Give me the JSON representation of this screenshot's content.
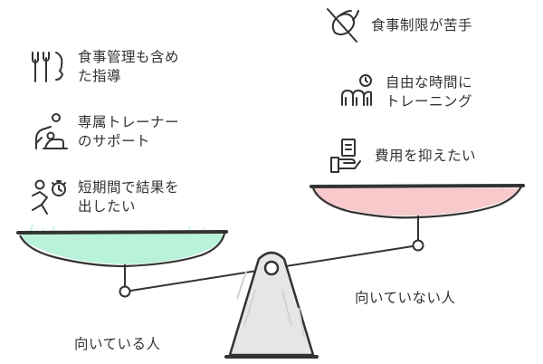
{
  "suitable": {
    "caption": "向いている人",
    "items": [
      {
        "icon": "diet-utensils-icon",
        "label": "食事管理も含め\nた指導"
      },
      {
        "icon": "personal-trainer-icon",
        "label": "専属トレーナー\nのサポート"
      },
      {
        "icon": "running-stopwatch-icon",
        "label": "短期間で結果を\n出したい"
      }
    ]
  },
  "unsuitable": {
    "caption": "向いていない人",
    "items": [
      {
        "icon": "no-food-icon",
        "label": "食事制限が苦手"
      },
      {
        "icon": "free-time-icon",
        "label": "自由な時間に\nトレーニング"
      },
      {
        "icon": "cost-saving-icon",
        "label": "費用を抑えたい"
      }
    ]
  },
  "colors": {
    "left_pan": "#b8f2d9",
    "right_pan": "#f7c9cb",
    "stand": "#e6e6e6",
    "ink": "#333333"
  }
}
